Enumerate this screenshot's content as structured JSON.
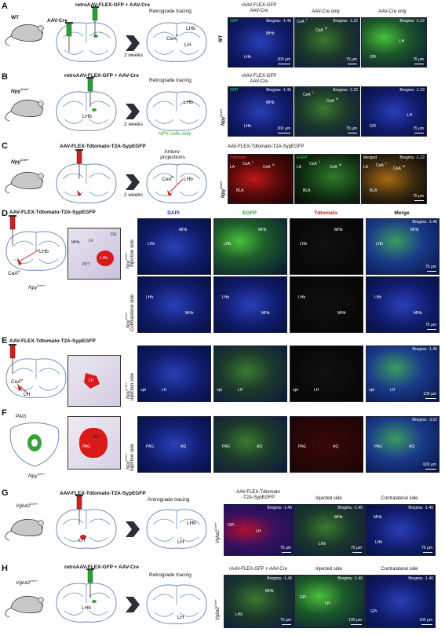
{
  "panels": {
    "A": {
      "letter": "A",
      "animal": "WT",
      "injection_title": "retroAAV-FLEX-GFP + AAV-Cre",
      "left_label": "AAV-Cre",
      "interval": "2 weeks",
      "result_title": "Retrograde tracing",
      "schematic_labels": [
        "LHb",
        "CeA",
        "M",
        "LH"
      ],
      "images_header": [
        "rAAV-FLEX-GFP\nAAV-Cre",
        "AAV-Cre only",
        "AAV-Cre only"
      ],
      "row_label": "WT",
      "images": [
        {
          "tags": [
            "GFP",
            "Bregma: -1.46",
            "MHb",
            "LHb"
          ],
          "scale": "200 µm"
        },
        {
          "tags": [
            "CeA",
            "L",
            "CeA",
            "M",
            "Bregma: -1.22"
          ],
          "scale": "75 µm"
        },
        {
          "tags": [
            "Bregma: -1.22",
            "LH",
            "GPi"
          ],
          "scale": "75 µm"
        }
      ]
    },
    "B": {
      "letter": "B",
      "animal": "Npy",
      "animal_sup": "Cre/+",
      "injection_title": "retroAAV-FLEX-GFP + AAV-Cre",
      "interval": "2 weeks",
      "result_title": "Retrograde tracing",
      "note": "NPY cells only",
      "schematic_labels": [
        "LHb",
        "LHb"
      ],
      "images_header": [
        "rAAV-FLEX-GFP\nAAV-Cre"
      ],
      "row_label": "Npy",
      "row_sup": "Cre/+",
      "images": [
        {
          "tags": [
            "GFP",
            "Bregma: -1.46",
            "MHb",
            "LHb"
          ],
          "scale": "200 µm"
        },
        {
          "tags": [
            "CeA",
            "L",
            "CeA",
            "M",
            "Bregma: -1.22"
          ],
          "scale": "75 µm"
        },
        {
          "tags": [
            "Bregma: -1.22",
            "LH",
            "GPi"
          ],
          "scale": "75 µm"
        }
      ]
    },
    "C": {
      "letter": "C",
      "animal": "Npy",
      "animal_sup": "Cre/+",
      "injection_title": "AAV-FLEX-Tdtomato-T2A-SypEGFP",
      "interval": "2 weeks",
      "result_title": "Antero-\nprojections",
      "schematic_labels": [
        "CeA",
        "M",
        "LHb"
      ],
      "images_header": [
        "AAV-FLEX-Tdtomato-T2A-SypEGFP"
      ],
      "row_label": "Npy",
      "row_sup": "Cre/+",
      "images": [
        {
          "tags": [
            "Tdtomato",
            "LA",
            "CeA",
            "L",
            "CeA",
            "M",
            "BLA"
          ]
        },
        {
          "tags": [
            "EGFP",
            "LA",
            "CeA",
            "L",
            "CeA",
            "M",
            "BLA"
          ]
        },
        {
          "tags": [
            "Merged",
            "Bregma: -1.22",
            "LA",
            "CeA",
            "L",
            "CeA",
            "M",
            "BLA"
          ],
          "scale": "75 µm"
        }
      ]
    },
    "D": {
      "letter": "D",
      "injection_title": "AAV-FLEX-Tdtomato-T2A-SypEGFP",
      "animal": "Npy",
      "animal_sup": "Cre/+",
      "schematic_labels": [
        "CeA",
        "M",
        "LHb",
        "MHb",
        "LV",
        "DG",
        "LHb",
        "PVT"
      ],
      "col_headers": [
        "DAPI",
        "EGFP",
        "Tdtomato",
        "Merge"
      ],
      "rows": [
        {
          "label": "Npy",
          "sup": "Cre/+",
          "side": "Injection side",
          "tags": [
            "LHb",
            "MHb",
            "LHb",
            "MHb",
            "LHb",
            "MHb",
            "Bregma: -1.46",
            "LHb",
            "MHb"
          ],
          "scale": "75 µm"
        },
        {
          "label": "Npy",
          "sup": "Cre/+",
          "side": "Contralateral side",
          "tags": [
            "LHb",
            "MHb",
            "LHb",
            "MHb",
            "LHb",
            "MHb",
            "LHb",
            "MHb"
          ],
          "scale": "75 µm"
        }
      ]
    },
    "E": {
      "letter": "E",
      "injection_title": "AAV-FLEX-Tdtomato-T2A-SypEGFP",
      "schematic_labels": [
        "CeA",
        "M",
        "LH",
        "LH"
      ],
      "row": {
        "label": "Npy",
        "sup": "Cre/+",
        "side": "Injection side",
        "tags": [
          "opt",
          "LH",
          "opt",
          "LH",
          "opt",
          "LH",
          "Bregma: -1.46",
          "opt",
          "LH"
        ],
        "scale": "100 µm"
      }
    },
    "F": {
      "letter": "F",
      "schematic_labels": [
        "PAG",
        "AQ",
        "PAG"
      ],
      "animal": "Npy",
      "animal_sup": "Cre/+",
      "row": {
        "label": "Npy",
        "sup": "Cre/+",
        "side": "Injection side",
        "tags": [
          "PAG",
          "AQ",
          "PAG",
          "AQ",
          "PAG",
          "AQ",
          "Bregma: -3.52",
          "PAG",
          "AQ"
        ],
        "scale": "600 µm"
      }
    },
    "G": {
      "letter": "G",
      "animal": "Vglut2",
      "animal_sup": "Cre/+",
      "injection_title": "AAV-FLEX-Tdtomato-T2A-SypEGFP",
      "result_title": "Antrograde tracing",
      "schematic_labels": [
        "LH",
        "LH",
        "LHb"
      ],
      "images_header": [
        "AAV-FLEX-Tdtomato\n-T2A-SypEGFP",
        "Injected side",
        "Contralateral side"
      ],
      "row_label": "Vglut2",
      "row_sup": "Cre/+",
      "images": [
        {
          "tags": [
            "Bregma: -1.46",
            "GPi",
            "LH"
          ],
          "scale": "75 µm"
        },
        {
          "tags": [
            "Bregma: -1.46",
            "MHb",
            "LHb"
          ],
          "scale": "75 µm"
        },
        {
          "tags": [
            "Bregma: -1.46",
            "MHb",
            "LHb"
          ],
          "scale": "75 µm"
        }
      ]
    },
    "H": {
      "letter": "H",
      "animal": "Vglut2",
      "animal_sup": "Cre/+",
      "injection_title": "retroAAV-FLEX-GFP + AAV-Cre",
      "result_title": "Retrograde tracing",
      "schematic_labels": [
        "LHb",
        "LH"
      ],
      "images_header": [
        "rAAV-FLEX-GFP + AAV-Cre",
        "Injected side",
        "Contralateral side"
      ],
      "row_label": "Vglut2",
      "row_sup": "Cre/+",
      "images": [
        {
          "tags": [
            "Bregma: -1.46",
            "MHb",
            "LHb"
          ],
          "scale": "75 µm"
        },
        {
          "tags": [
            "Bregma: -1.46",
            "GPi",
            "LH"
          ],
          "scale": "100 µm"
        },
        {
          "tags": [
            "Bregma: -1.46",
            "GPi"
          ],
          "scale": "100 µm"
        }
      ]
    }
  },
  "colors": {
    "dapi": "#1a2fd0",
    "egfp": "#1f9d2a",
    "tdtomato": "#d01818",
    "schematic_line": "#6a8db8",
    "syringe": "#2f9a3a",
    "syringe_red": "#cc2222"
  }
}
